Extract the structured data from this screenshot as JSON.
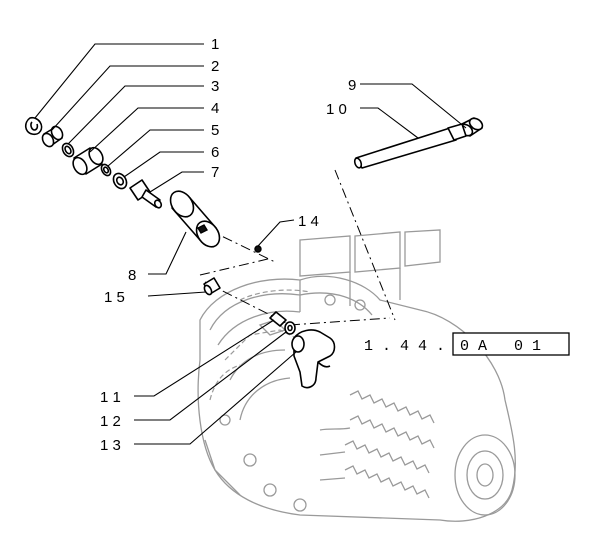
{
  "callouts": {
    "c1": "1",
    "c2": "2",
    "c3": "3",
    "c4": "4",
    "c5": "5",
    "c6": "6",
    "c7": "7",
    "c8": "8",
    "c9": "9",
    "c10": "1 0",
    "c11": "1 1",
    "c12": "1 2",
    "c13": "1 3",
    "c14": "1 4",
    "c15": "1 5"
  },
  "reference": {
    "prefix": "1 . 4 4 .",
    "code": "0 A   0 1"
  }
}
